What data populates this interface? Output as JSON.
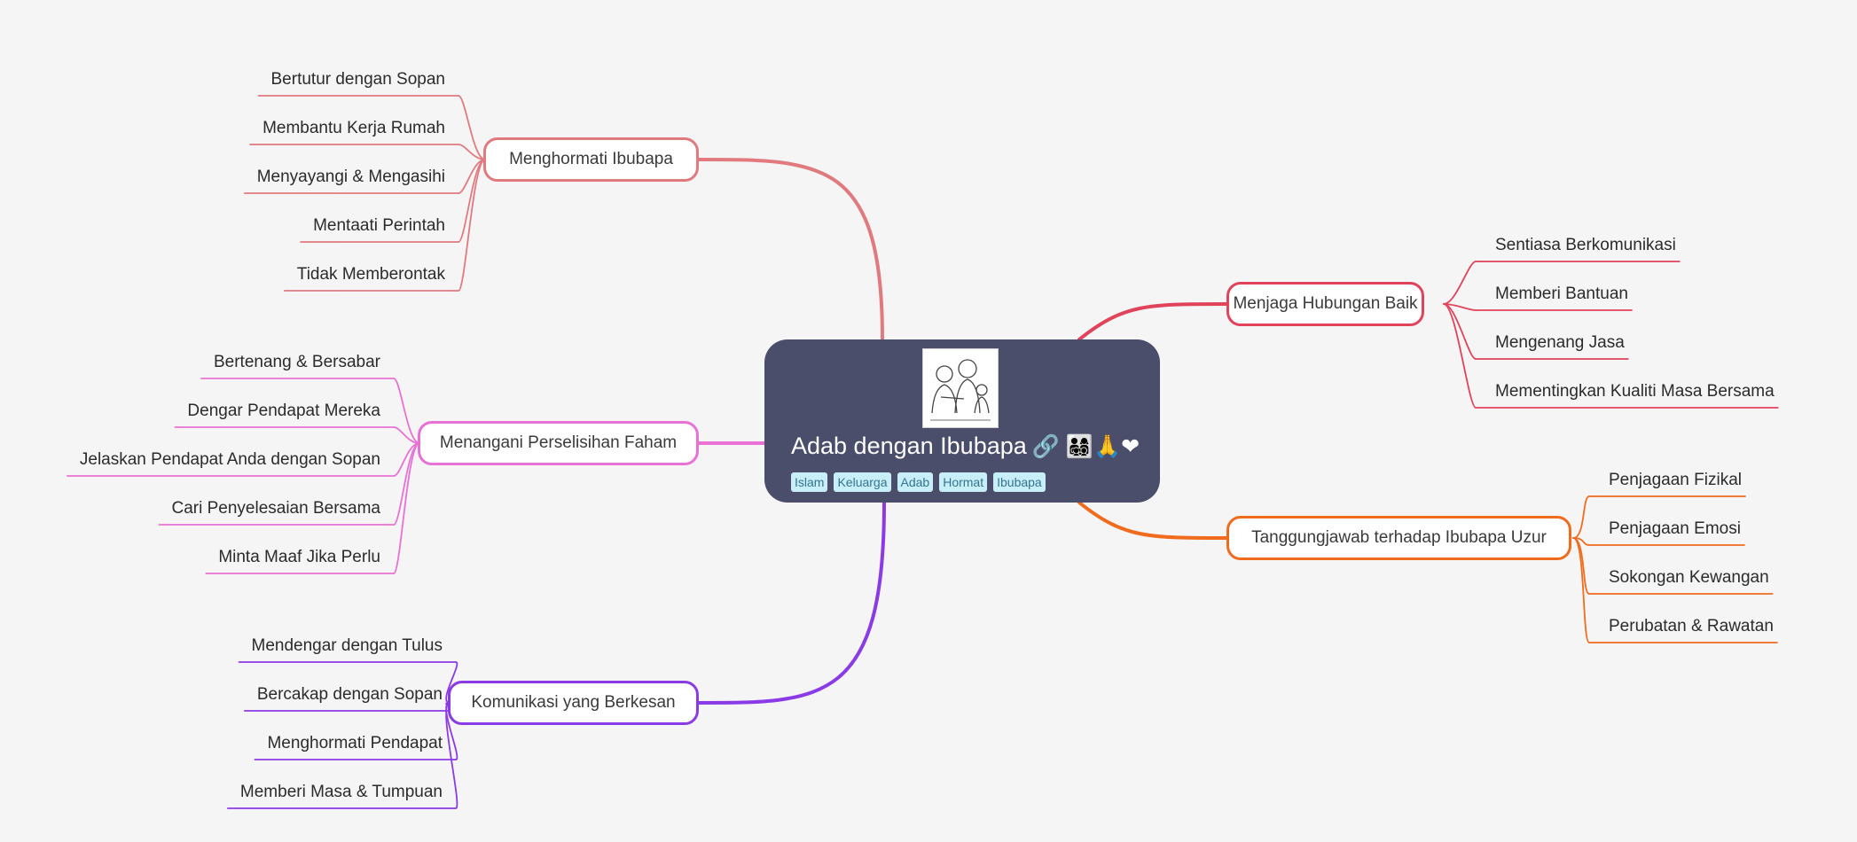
{
  "root": {
    "title": "Adab dengan Ibubapa",
    "icons": "🔗 👨‍👩‍👧‍👦🙏❤",
    "tags": [
      "Islam",
      "Keluarga",
      "Adab",
      "Hormat",
      "Ibubapa"
    ],
    "image_icon": "family-drawing-icon"
  },
  "branches": [
    {
      "label": "Menghormati Ibubapa",
      "color": "#e07a7f",
      "side": "left",
      "children": [
        "Bertutur dengan Sopan",
        "Membantu Kerja Rumah",
        "Menyayangi & Mengasihi",
        "Mentaati Perintah",
        "Tidak Memberontak"
      ]
    },
    {
      "label": "Menangani Perselisihan Faham",
      "color": "#e872d4",
      "side": "left",
      "children": [
        "Bertenang & Bersabar",
        "Dengar Pendapat Mereka",
        "Jelaskan Pendapat Anda dengan Sopan",
        "Cari Penyelesaian Bersama",
        "Minta Maaf Jika Perlu"
      ]
    },
    {
      "label": "Komunikasi yang Berkesan",
      "color": "#8a3be6",
      "side": "left",
      "children": [
        "Mendengar dengan Tulus",
        "Bercakap dengan Sopan",
        "Menghormati Pendapat",
        "Memberi Masa & Tumpuan"
      ]
    },
    {
      "label": "Menjaga Hubungan Baik",
      "color": "#e0435a",
      "side": "right",
      "children": [
        "Sentiasa Berkomunikasi",
        "Memberi Bantuan",
        "Mengenang Jasa",
        "Mementingkan Kualiti Masa Bersama"
      ]
    },
    {
      "label": "Tanggungjawab terhadap Ibubapa Uzur",
      "color": "#f06b1c",
      "side": "right",
      "children": [
        "Penjagaan Fizikal",
        "Penjagaan Emosi",
        "Sokongan Kewangan",
        "Perubatan & Rawatan"
      ]
    }
  ]
}
